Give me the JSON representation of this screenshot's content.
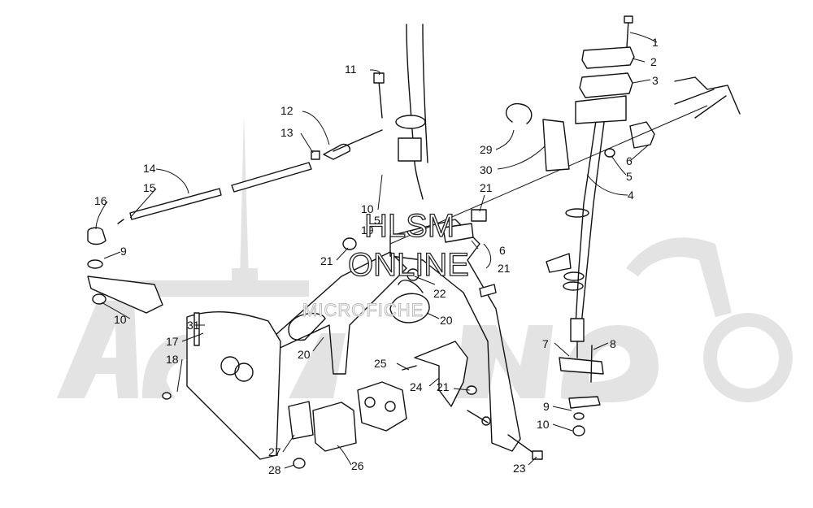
{
  "watermark": {
    "line1": "HLSM",
    "line2": "ONLINE",
    "line3": "MICROFICHE",
    "logo_text": "Arctic Cat"
  },
  "callouts": [
    {
      "id": "c1",
      "text": "1"
    },
    {
      "id": "c2",
      "text": "2"
    },
    {
      "id": "c3",
      "text": "3"
    },
    {
      "id": "c4",
      "text": "4"
    },
    {
      "id": "c5a",
      "text": "5"
    },
    {
      "id": "c5b",
      "text": "5"
    },
    {
      "id": "c6a",
      "text": "6"
    },
    {
      "id": "c6b",
      "text": "6"
    },
    {
      "id": "c7",
      "text": "7"
    },
    {
      "id": "c8",
      "text": "8"
    },
    {
      "id": "c9a",
      "text": "9"
    },
    {
      "id": "c9b",
      "text": "9"
    },
    {
      "id": "c10a",
      "text": "10"
    },
    {
      "id": "c10b",
      "text": "10"
    },
    {
      "id": "c10c",
      "text": "10"
    },
    {
      "id": "c11",
      "text": "11"
    },
    {
      "id": "c12",
      "text": "12"
    },
    {
      "id": "c13",
      "text": "13"
    },
    {
      "id": "c14",
      "text": "14"
    },
    {
      "id": "c15",
      "text": "15"
    },
    {
      "id": "c16",
      "text": "16"
    },
    {
      "id": "c17",
      "text": "17"
    },
    {
      "id": "c18",
      "text": "18"
    },
    {
      "id": "c19",
      "text": "19"
    },
    {
      "id": "c20a",
      "text": "20"
    },
    {
      "id": "c20b",
      "text": "20"
    },
    {
      "id": "c21a",
      "text": "21"
    },
    {
      "id": "c21b",
      "text": "21"
    },
    {
      "id": "c21c",
      "text": "21"
    },
    {
      "id": "c21d",
      "text": "21"
    },
    {
      "id": "c22",
      "text": "22"
    },
    {
      "id": "c23",
      "text": "23"
    },
    {
      "id": "c24",
      "text": "24"
    },
    {
      "id": "c25",
      "text": "25"
    },
    {
      "id": "c26",
      "text": "26"
    },
    {
      "id": "c27",
      "text": "27"
    },
    {
      "id": "c28",
      "text": "28"
    },
    {
      "id": "c29",
      "text": "29"
    },
    {
      "id": "c30",
      "text": "30"
    },
    {
      "id": "c31",
      "text": "31"
    }
  ]
}
